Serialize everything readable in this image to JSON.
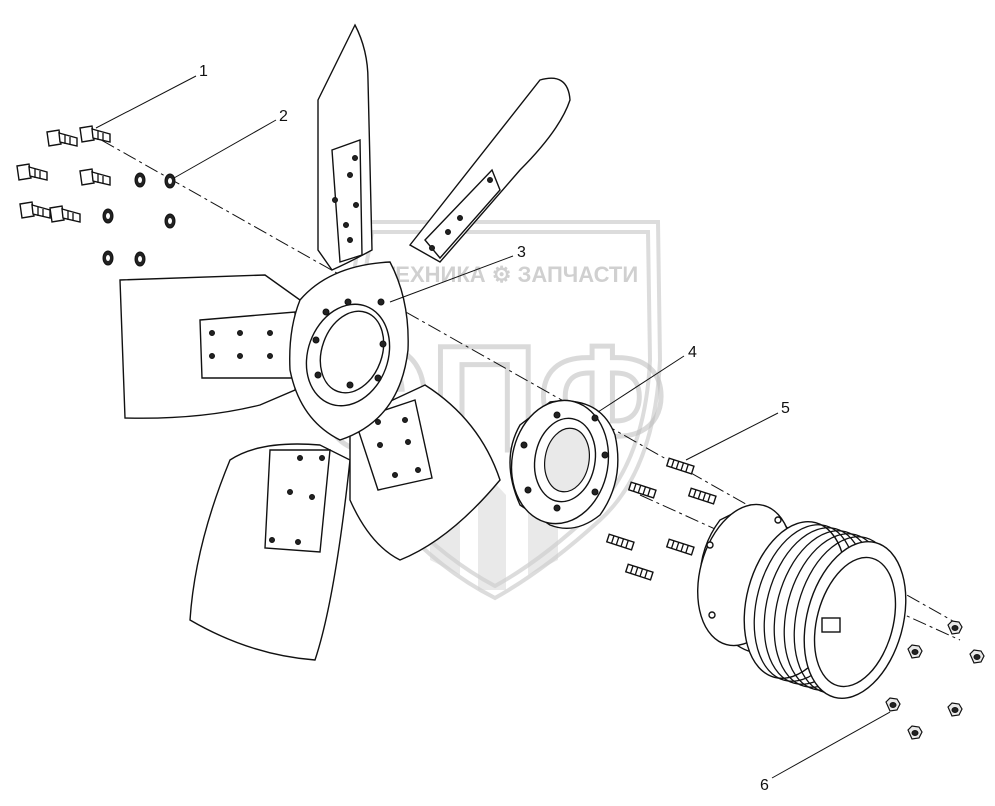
{
  "callouts": [
    {
      "number": "1",
      "part": "bolt"
    },
    {
      "number": "2",
      "part": "washer"
    },
    {
      "number": "3",
      "part": "fan"
    },
    {
      "number": "4",
      "part": "spacer"
    },
    {
      "number": "5",
      "part": "stud"
    },
    {
      "number": "6",
      "part": "nut"
    }
  ],
  "watermark": {
    "brand_line": "ТЕХНИКА ⚙ ЗАПЧАСТИ",
    "logo_letters": "ЭПФ"
  },
  "colors": {
    "line": "#111111",
    "watermark": "#bfbfbf"
  }
}
